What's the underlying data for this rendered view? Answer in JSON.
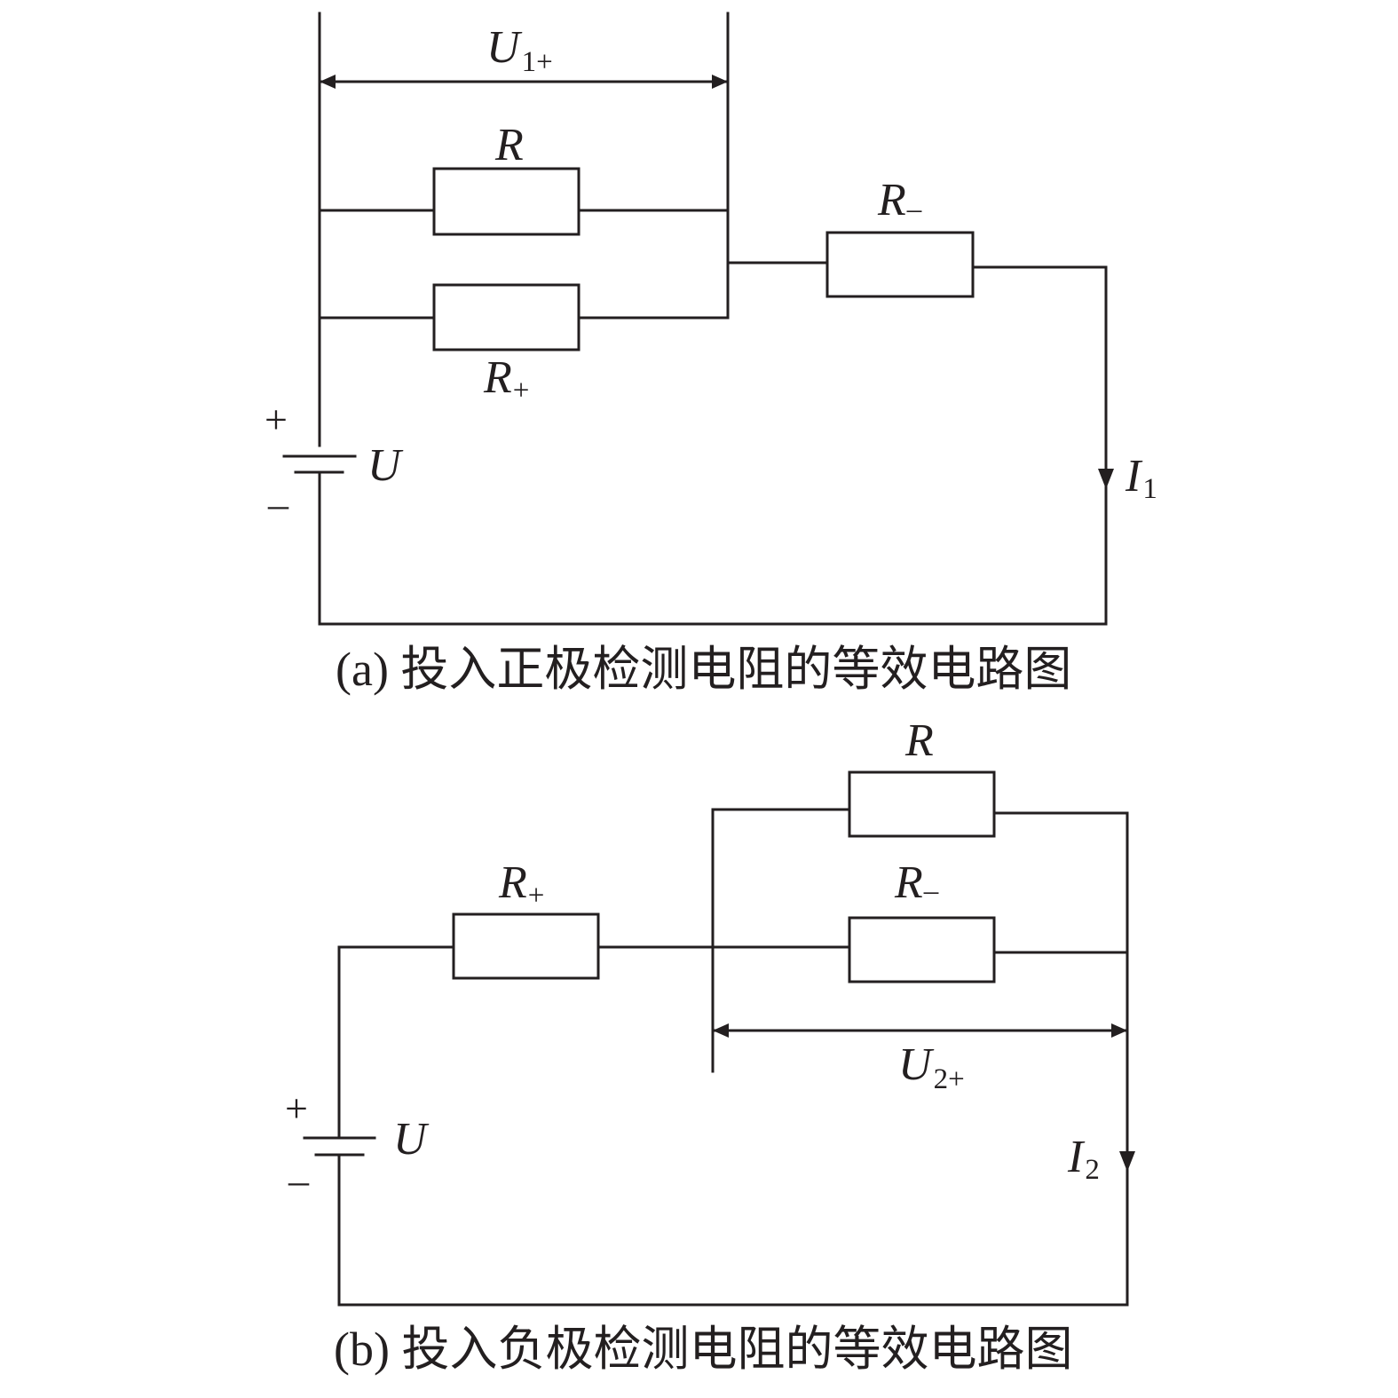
{
  "diagram_a": {
    "caption": "(a) 投入正极检测电阻的等效电路图",
    "voltage_label": {
      "main": "U",
      "sub": "1+"
    },
    "resistor_r": {
      "main": "R",
      "sub": ""
    },
    "resistor_plus": {
      "main": "R",
      "sub": "+"
    },
    "resistor_minus": {
      "main": "R",
      "sub": "–"
    },
    "source": {
      "main": "U",
      "plus": "+",
      "minus": "–"
    },
    "current": {
      "main": "I",
      "sub": "1"
    }
  },
  "diagram_b": {
    "caption": "(b) 投入负极检测电阻的等效电路图",
    "voltage_label": {
      "main": "U",
      "sub": "2+"
    },
    "resistor_r": {
      "main": "R",
      "sub": ""
    },
    "resistor_plus": {
      "main": "R",
      "sub": "+"
    },
    "resistor_minus": {
      "main": "R",
      "sub": "–"
    },
    "source": {
      "main": "U",
      "plus": "+",
      "minus": "–"
    },
    "current": {
      "main": "I",
      "sub": "2"
    }
  }
}
